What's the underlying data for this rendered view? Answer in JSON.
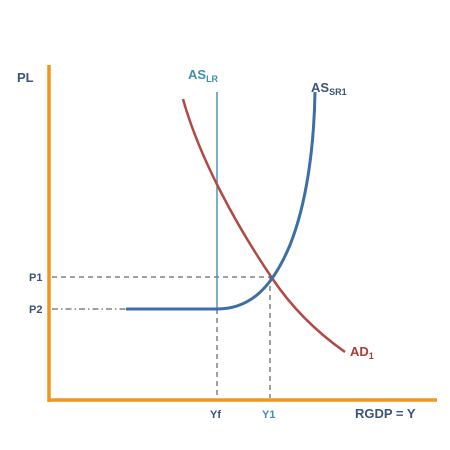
{
  "colors": {
    "axis": "#f0961e",
    "as_lr": "#4f95b4",
    "as_sr": "#3d6fa6",
    "ad": "#b04a45",
    "guide": "#404040",
    "label_dark": "#3b5478",
    "label_teal": "#3f8fb0",
    "label_red": "#b03a35"
  },
  "axes": {
    "y_label": "PL",
    "x_label": "RGDP = Y",
    "y_ticks": [
      "P1",
      "P2"
    ],
    "x_ticks": [
      "Yf",
      "Y1"
    ]
  },
  "curves": {
    "as_lr": {
      "base": "AS",
      "sub": "LR"
    },
    "as_sr": {
      "base": "AS",
      "sub": "SR1"
    },
    "ad": {
      "base": "AD",
      "sub": "1"
    }
  }
}
